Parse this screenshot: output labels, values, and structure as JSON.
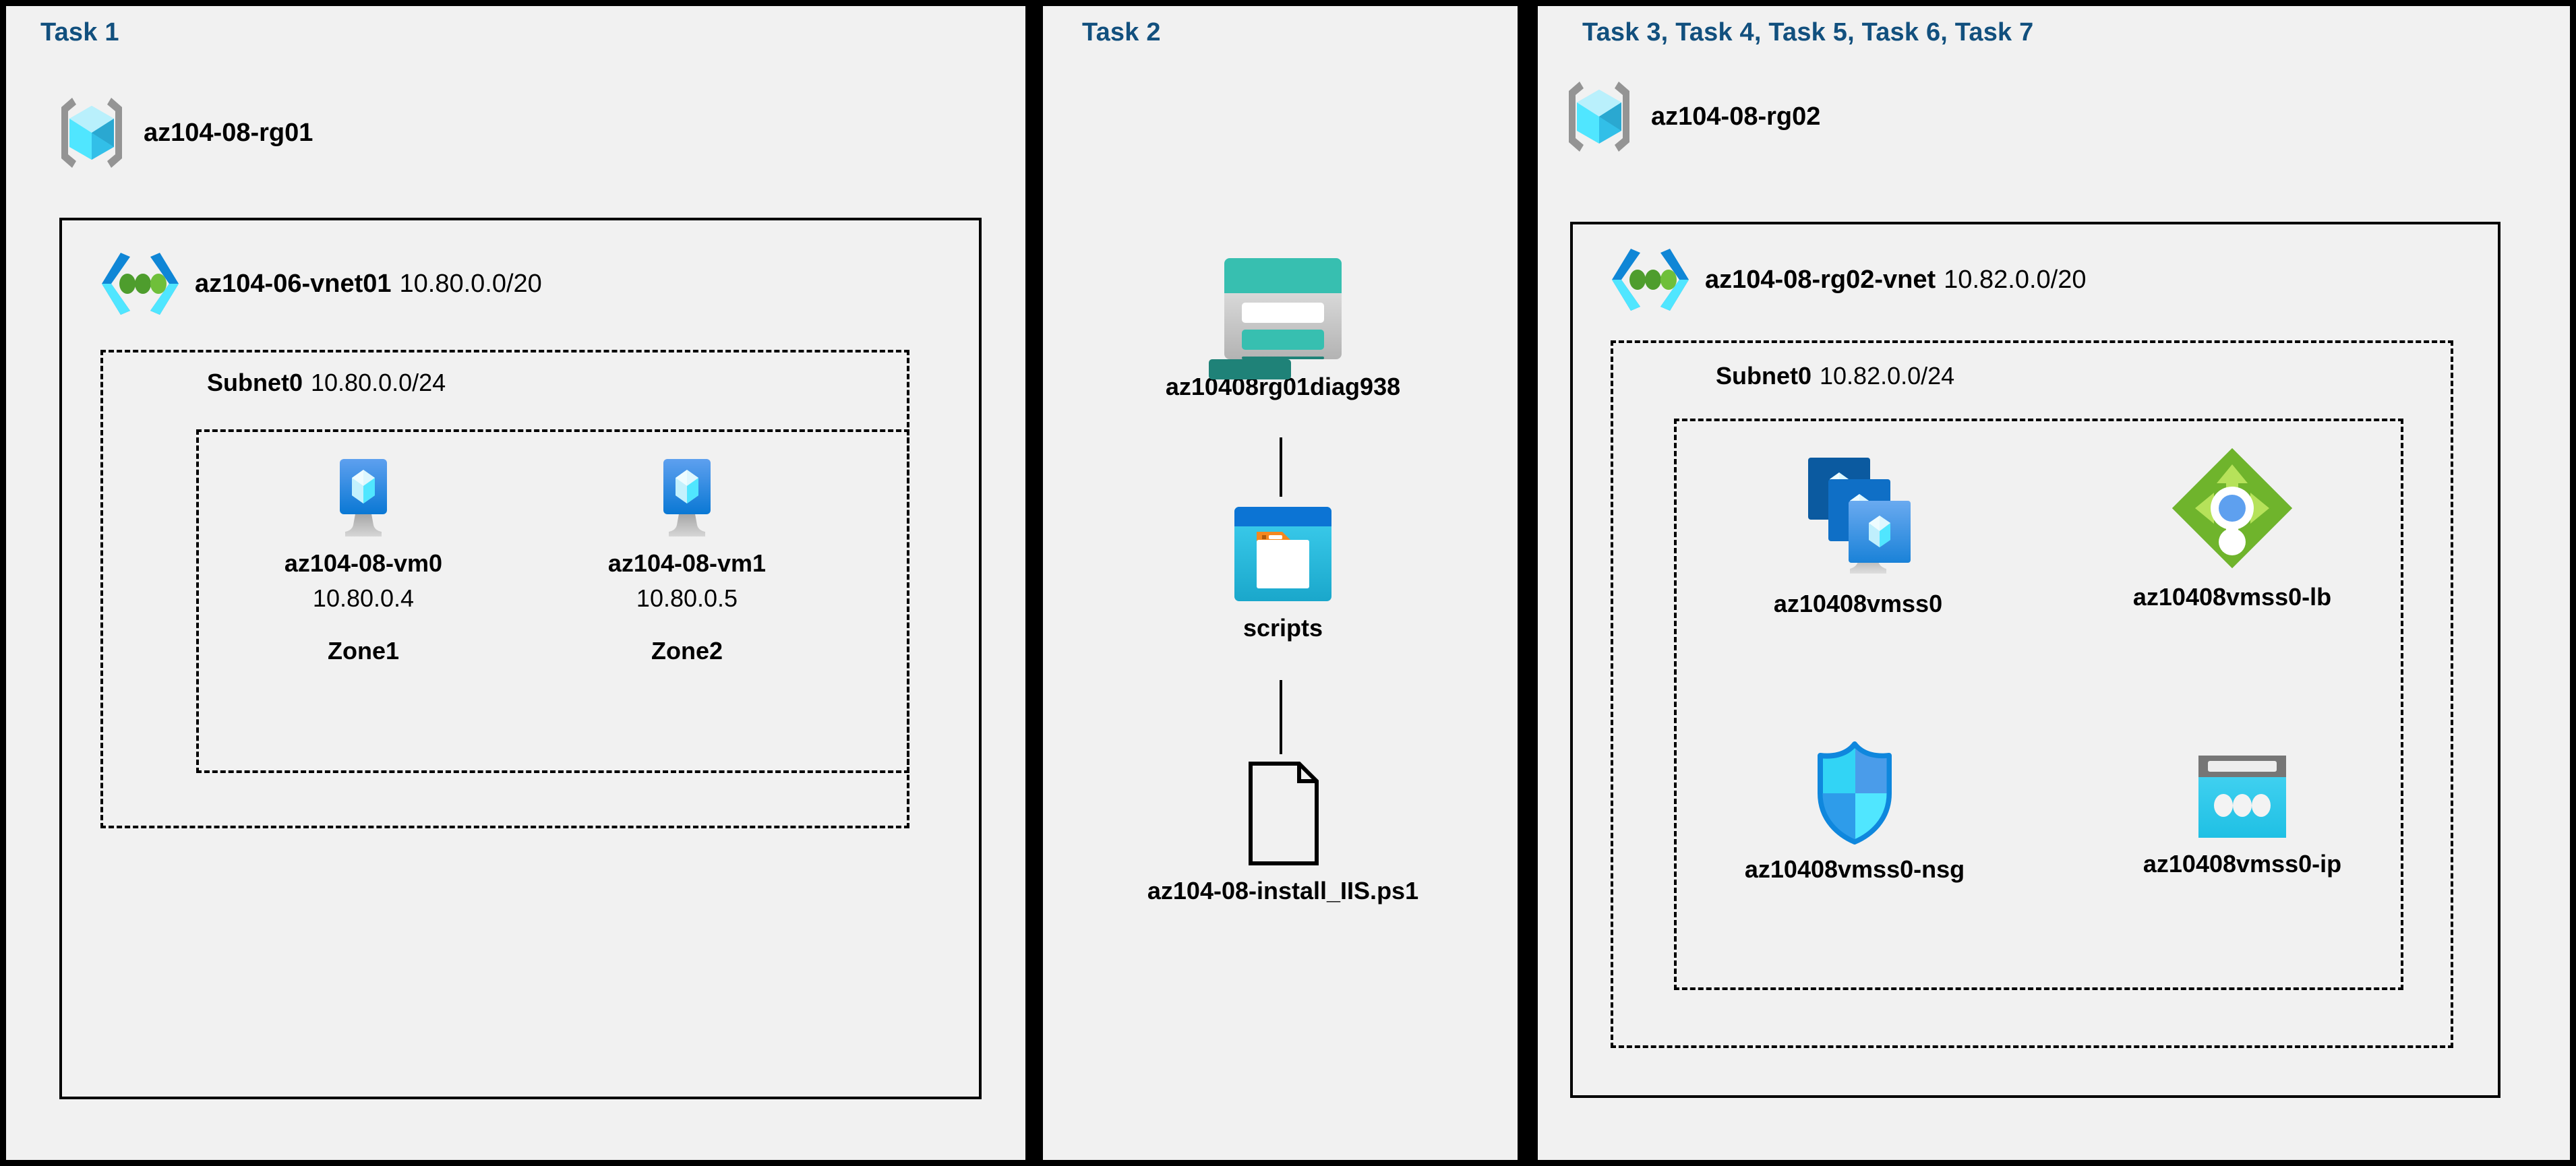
{
  "panels": [
    {
      "task_label": "Task 1"
    },
    {
      "task_label": "Task 2"
    },
    {
      "task_label": "Task 3, Task 4, Task 5, Task 6, Task 7"
    }
  ],
  "task1": {
    "resource_group": {
      "name": "az104-08-rg01",
      "icon": "resource-group-icon"
    },
    "vnet": {
      "name": "az104-06-vnet01",
      "cidr": "10.80.0.0/20",
      "icon": "virtual-network-icon"
    },
    "subnet": {
      "name": "Subnet0",
      "cidr": "10.80.0.0/24"
    },
    "vms": [
      {
        "icon": "virtual-machine-icon",
        "name": "az104-08-vm0",
        "ip": "10.80.0.4",
        "zone": "Zone1"
      },
      {
        "icon": "virtual-machine-icon",
        "name": "az104-08-vm1",
        "ip": "10.80.0.5",
        "zone": "Zone2"
      }
    ]
  },
  "task2": {
    "storage_account": {
      "icon": "storage-account-icon",
      "name": "az10408rg01diag938"
    },
    "container": {
      "icon": "blob-container-icon",
      "name": "scripts"
    },
    "file": {
      "icon": "script-file-icon",
      "name": "az104-08-install_IIS.ps1"
    }
  },
  "task3to7": {
    "resource_group": {
      "name": "az104-08-rg02",
      "icon": "resource-group-icon"
    },
    "vnet": {
      "name": "az104-08-rg02-vnet",
      "cidr": "10.82.0.0/20",
      "icon": "virtual-network-icon"
    },
    "subnet": {
      "name": "Subnet0",
      "cidr": "10.82.0.0/24"
    },
    "resources": [
      {
        "icon": "vm-scale-set-icon",
        "name": "az10408vmss0"
      },
      {
        "icon": "load-balancer-icon",
        "name": "az10408vmss0-lb"
      },
      {
        "icon": "network-security-group-icon",
        "name": "az10408vmss0-nsg"
      },
      {
        "icon": "public-ip-address-icon",
        "name": "az10408vmss0-ip"
      }
    ]
  },
  "colors": {
    "task_label": "#12507e",
    "background": "#f1f1f1",
    "border": "#000000",
    "azure_cyan": "#32bfe8",
    "azure_blue": "#0078d4",
    "storage_teal": "#37bfb0",
    "lb_green": "#76bc2d",
    "nsg_blue": "#32d4f5"
  }
}
